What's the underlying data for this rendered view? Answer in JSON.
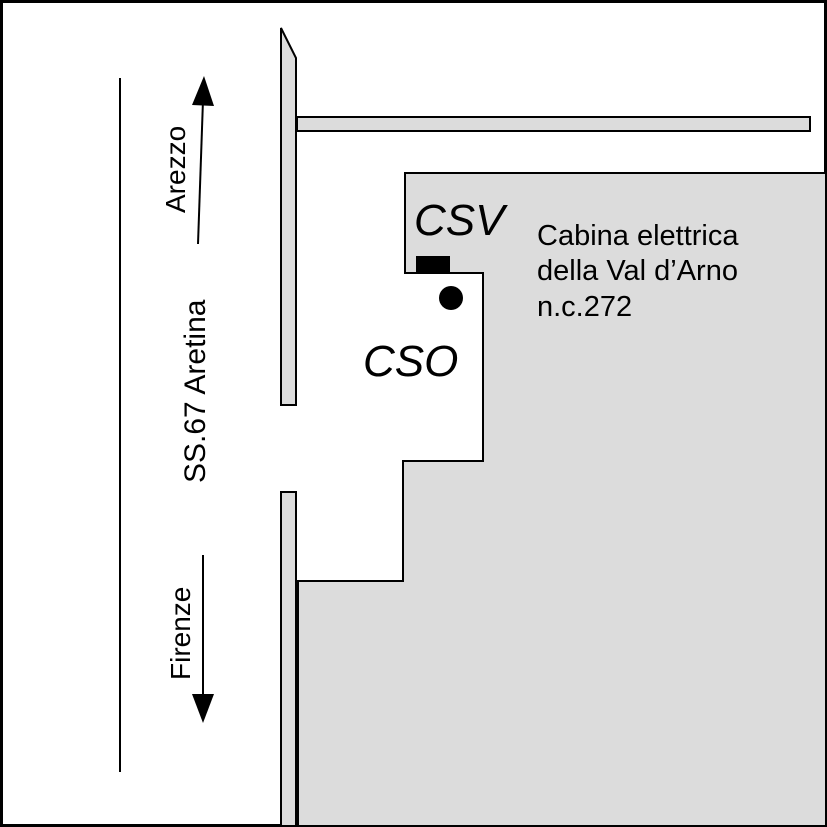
{
  "map": {
    "road_name": "SS.67 Aretina",
    "direction_north": "Arezzo",
    "direction_south": "Firenze",
    "label_csv": "CSV",
    "label_cso": "CSO",
    "site_label": {
      "line1": "Cabina elettrica",
      "line2": "della Val d’Arno",
      "line3": "n.c.272"
    },
    "colors": {
      "background": "#ffffff",
      "fill_area": "#dcdcdc",
      "stroke": "#000000"
    }
  }
}
